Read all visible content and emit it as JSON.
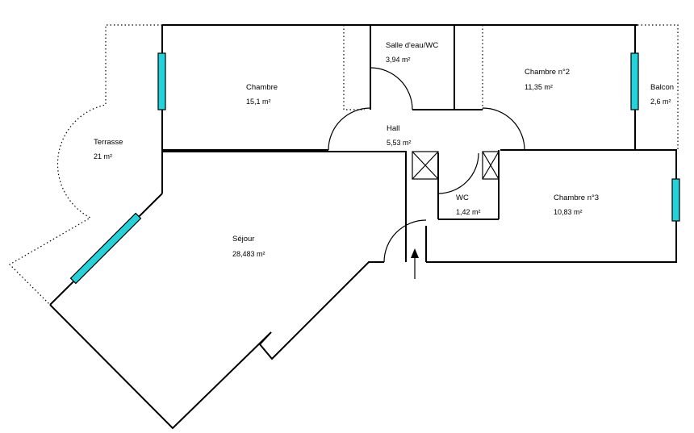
{
  "plan": {
    "window_color": "#22d3dc",
    "rooms": [
      {
        "id": "terrasse",
        "name": "Terrasse",
        "area": "21 m²"
      },
      {
        "id": "chambre",
        "name": "Chambre",
        "area": "15,1 m²"
      },
      {
        "id": "salle-eau",
        "name": "Salle d'eau/WC",
        "area": "3,94 m²"
      },
      {
        "id": "chambre-2",
        "name": "Chambre n°2",
        "area": "11,35 m²"
      },
      {
        "id": "balcon",
        "name": "Balcon",
        "area": "2,6 m²"
      },
      {
        "id": "hall",
        "name": "Hall",
        "area": "5,53 m²"
      },
      {
        "id": "wc",
        "name": "WC",
        "area": "1,42 m²"
      },
      {
        "id": "chambre-3",
        "name": "Chambre n°3",
        "area": "10,83 m²"
      },
      {
        "id": "sejour",
        "name": "Séjour",
        "area": "28,483 m²"
      }
    ]
  }
}
